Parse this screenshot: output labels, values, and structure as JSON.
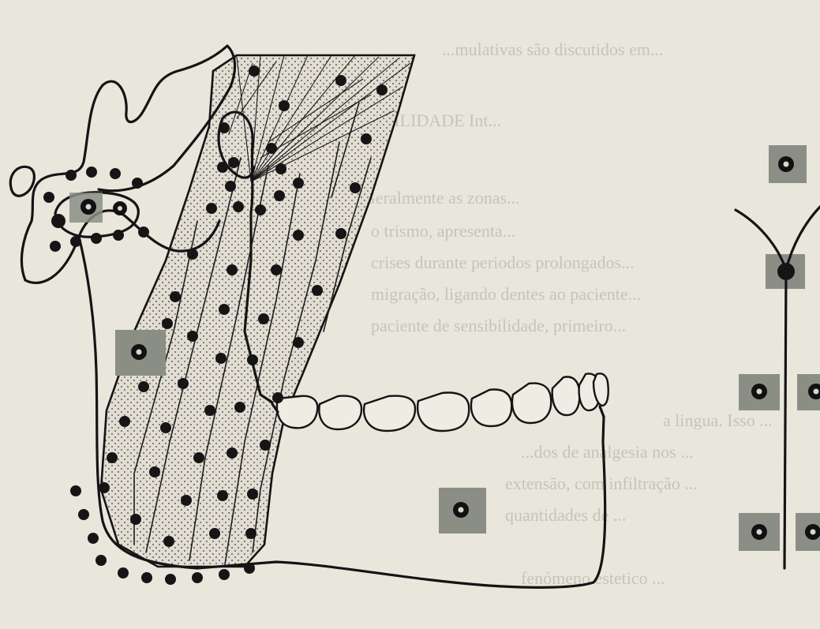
{
  "figure": {
    "background_color": "#e9e6dc",
    "ink_color": "#141414",
    "stipple_fill": "#d6d2c6",
    "marker_color": "#8b8e85",
    "subject": "Mandible with masseter and temporomandibular joint, points and electrode markers",
    "background_text_lines": [
      "...mulativas são discutidos em...",
      "HIPERSENSIBILIDADE Int...",
      "Geralmente as zonas...",
      "o trismo, apresenta...",
      "crises durante periodos prolongados...",
      "migração, ligando dentes ao paciente...",
      "paciente de sensibilidade, primeiro...",
      "a lingua. Isso ...",
      "...dos de analgesia nos ...",
      "extensão, com infiltração ...",
      "quantidades de ...",
      "fenómeno estetico ..."
    ]
  }
}
